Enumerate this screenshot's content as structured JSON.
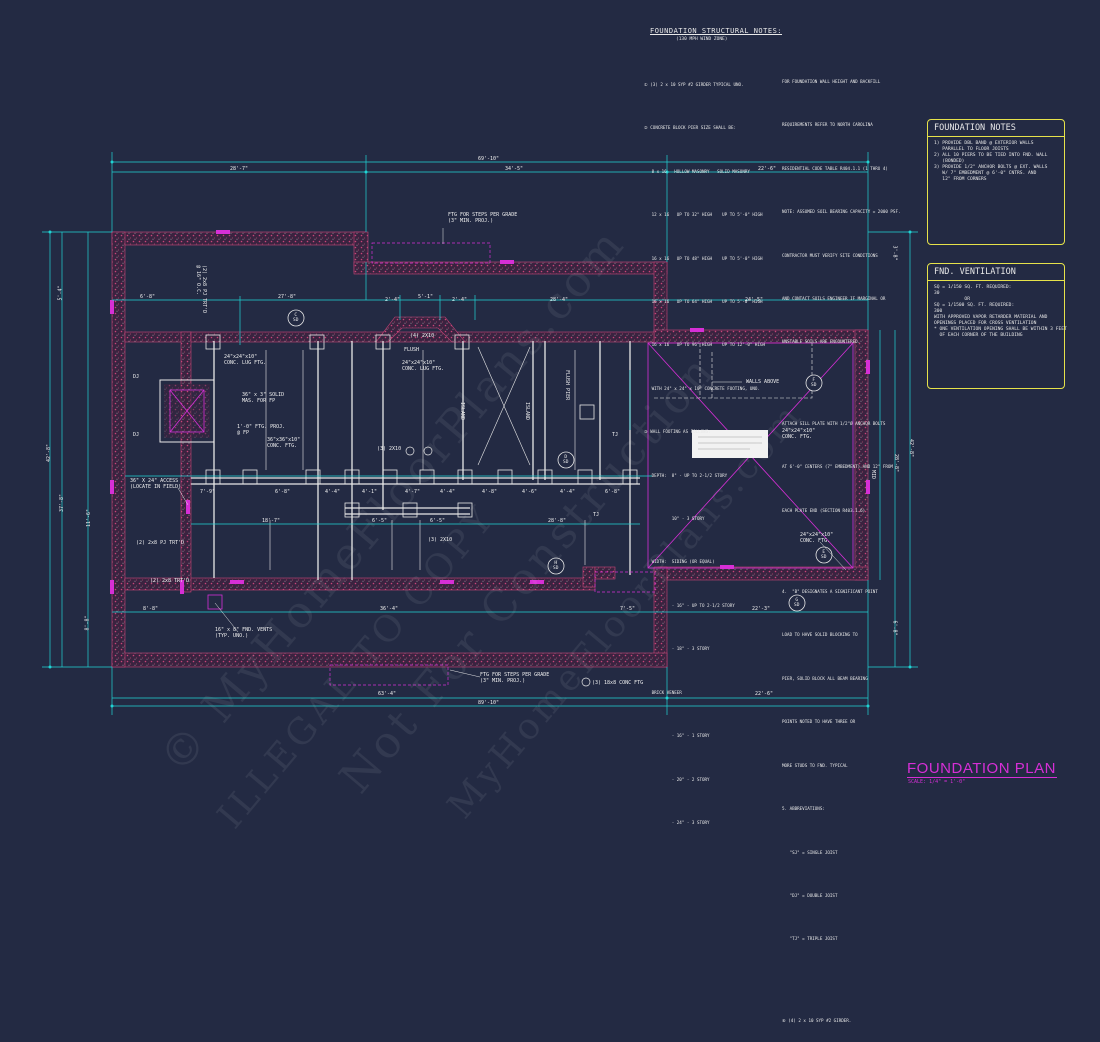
{
  "structural_notes": {
    "title": "FOUNDATION STRUCTURAL NOTES:",
    "subtitle": "(130 MPH WIND ZONE)",
    "left_lines": [
      "① (3) 2 x 10 SYP #2 GIRDER TYPICAL UNO.",
      "② CONCRETE BLOCK PIER SIZE SHALL BE:",
      "   8 x 16   HOLLOW MASONRY   SOLID MASONRY",
      "   12 x 16   UP TO 32\" HIGH    UP TO 5'-0\" HIGH",
      "   16 x 16   UP TO 48\" HIGH    UP TO 5'-0\" HIGH",
      "   16 x 16   UP TO 64\" HIGH    UP TO 5'-0\" HIGH",
      "   16 x 16   UP TO 96\" HIGH    UP TO 12'-0\" HIGH",
      "   WITH 24\" x 24\" x 10\" CONCRETE FOOTING, UNO.",
      "③ WALL FOOTING AS FOLLOWS:",
      "   DEPTH:  8\" - UP TO 2-1/2 STORY",
      "           10\" - 3 STORY",
      "   WIDTH:  SIDING (OR EQUAL)",
      "           - 16\" - UP TO 2-1/2 STORY",
      "           - 18\" - 3 STORY",
      "   BRICK VENEER",
      "           - 16\" - 1 STORY",
      "           - 20\" - 2 STORY",
      "           - 24\" - 3 STORY"
    ],
    "right_lines": [
      "FOR FOUNDATION WALL HEIGHT AND BACKFILL",
      "REQUIREMENTS REFER TO NORTH CAROLINA",
      "RESIDENTIAL CODE TABLE R404.1.1 (1 THRU 4)",
      "NOTE: ASSUMED SOIL BEARING CAPACITY = 2000 PSF.",
      "CONTRACTOR MUST VERIFY SITE CONDITIONS",
      "AND CONTACT SOILS ENGINEER IF MARGINAL OR",
      "UNSTABLE SOILS ARE ENCOUNTERED.",
      "",
      "ATTACH SILL PLATE WITH 1/2\"Ø ANCHOR BOLTS",
      "AT 6'-0\" CENTERS (7\" EMBEDMENT) AND 12\" FROM",
      "EACH PLATE END (SECTION R403.1.6)",
      "",
      "4.  \"B\" DESIGNATES A SIGNIFICANT POINT",
      "LOAD TO HAVE SOLID BLOCKING TO",
      "PIER, SOLID BLOCK ALL BEAM BEARING",
      "POINTS NOTED TO HAVE THREE OR",
      "MORE STUDS TO FND. TYPICAL",
      "5. ABBREVIATIONS:",
      "   \"SJ\" = SINGLE JOIST",
      "   \"DJ\" = DOUBLE JOIST",
      "   \"TJ\" = TRIPLE JOIST",
      "",
      "⑥ (4) 2 x 10 SYP #2 GIRDER."
    ]
  },
  "foundation_notes": {
    "title": "FOUNDATION NOTES",
    "lines": [
      "1) PROVIDE DBL BAND @ EXTERIOR WALLS",
      "   PARALLEL TO FLOOR JOISTS",
      "2) ALL 10 PIERS TO BE TIED INTO FND. WALL",
      "   (BONDED)",
      "3) PROVIDE 1/2\" ANCHOR BOLTS @ EXT. WALLS",
      "   W/ 7\" EMBEDMENT @ 6'-0\" CNTRS. AND",
      "   12\" FROM CORNERS"
    ]
  },
  "ventilation": {
    "title": "FND. VENTILATION",
    "lines": [
      "SQ = 1/150 SQ. FT. REQUIRED:",
      "30",
      "           OR",
      "SQ = 1/1500 SQ. FT. REQUIRED:",
      "300",
      "WITH APPROVED VAPOR RETARDER MATERIAL AND",
      "OPENINGS PLACED FOR CROSS VENTILATION",
      "",
      "* ONE VENTILATION OPENING SHALL BE WITHIN 3 FEET",
      "  OF EACH CORNER OF THE BUILDING"
    ]
  },
  "dimensions": {
    "top_overall": "69'-10\"",
    "top_left": "28'-7\"",
    "top_mid": "34'-5\"",
    "top_right": "22'-6\"",
    "bottom_overall": "89'-10\"",
    "bottom_left": "63'-4\"",
    "bottom_right": "22'-6\"",
    "inner_a": "27'-8\"",
    "inner_b": "28'-4\"",
    "inner_c": "24'-5\"",
    "inner_d": "6'-8\"",
    "inner_e": "2'-4\"",
    "inner_f": "5'-1\"",
    "inner_g": "2'-4\"",
    "row1": [
      "7'-9\"",
      "6'-8\"",
      "4'-4\"",
      "4'-1\"",
      "4'-7\"",
      "4'-4\"",
      "4'-8\"",
      "4'-6\"",
      "4'-4\"",
      "6'-8\""
    ],
    "row2": [
      "18'-7\"",
      "6'-5\"",
      "6'-5\"",
      "28'-8\""
    ],
    "lower_a": "36'-4\"",
    "lower_b": "7'-5\"",
    "lower_c": "22'-3\"",
    "lower_d": "8'-8\"",
    "left_a": "42'-8\"",
    "left_b": "37'-8\"",
    "left_c": "5'-4\"",
    "left_d": "11'-6\"",
    "left_e": "8'-8\"",
    "right_a": "42'-8\"",
    "right_b": "28'-8\"",
    "right_c": "3'-8\"",
    "right_d": "6'-8\""
  },
  "callouts": {
    "steps_top": "FTG FOR STEPS PER GRADE\n(3\" MIN. PROJ.)",
    "steps_bottom": "FTG FOR STEPS PER GRADE\n(3\" MIN. PROJ.)",
    "conc_ftg_1": "24\"x24\"x10\"\nCONC. LUG FTG.",
    "conc_ftg_2": "24\"x24\"x10\"\nCONC. LUG FTG.",
    "solid_mas": "36\" x 3\" SOLID\nMAS. FOR FP",
    "ftg_proj": "1'-0\" FTG. PROJ.\n@ FP",
    "conc_ftg_36": "36\"x36\"x10\"\nCONC. FTG.",
    "access": "36\" X 24\" ACCESS\n(LOCATE IN FIELD)",
    "vents": "16\" x 8\" FND. VENTS\n(TYP. UNO.)",
    "walls_above": "WALLS ABOVE",
    "conc_ftg_r1": "24\"x24\"x10\"\nCONC. FTG.",
    "conc_ftg_r2": "24\"x24\"x10\"\nCONC. FTG.",
    "conc_ftg_b": "(3) 18x8 CONC FTG",
    "flush": "FLUSH",
    "flush_pier": "FLUSH PIER",
    "girder_a": "(4) 2X10",
    "girder_b": "(3) 2X10",
    "girder_c": "(3) 2X10",
    "island": "ISLAND",
    "island2": "ISLAND",
    "pj_a": "(2) 2x8 PJ TRT'D\n@ 16\" O.C.",
    "pj_b": "(2) 2x8 PJ TRT'D",
    "pj_c": "(2) 2x8 TRT'D",
    "dj": "DJ",
    "tj": "TJ",
    "sec_c": "C\nSD",
    "sec_d": "D\nSD",
    "sec_e": "E\nSD",
    "sec_f": "F\nSD",
    "sec_g": "G\nSD",
    "sec_h": "H\nSD",
    "mid": "MID"
  },
  "watermarks": [
    "© MyHomeFloorPlans.com",
    "Not For Construction",
    "ILLEGAL TO COPY",
    "MyHomeFloorPlans.com"
  ],
  "title": {
    "main": "FOUNDATION PLAN",
    "scale": "SCALE: 1/4\" = 1'-0\""
  },
  "colors": {
    "background": "#232a43",
    "wall_hatch": "#b8426e",
    "dimension": "#20d4d4",
    "girder": "#e8e8e8",
    "accent": "#d62fd6",
    "notes_border": "#e6e24a"
  }
}
